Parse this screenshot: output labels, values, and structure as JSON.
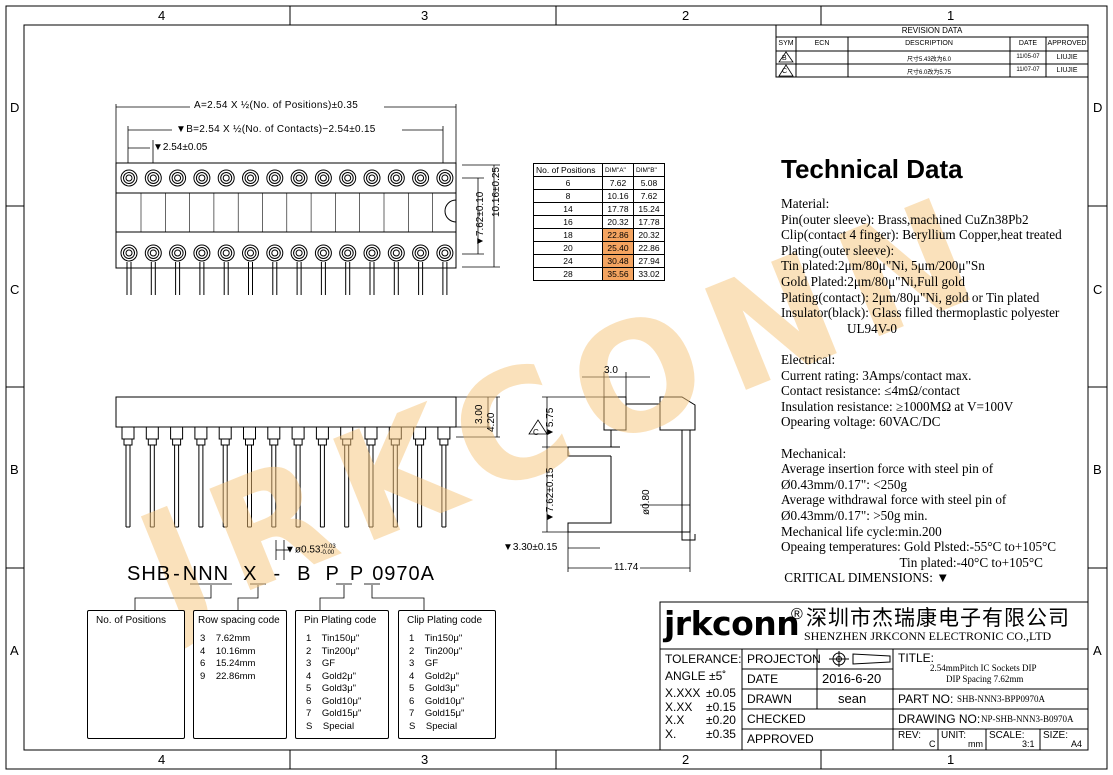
{
  "zones": {
    "columns": [
      "4",
      "3",
      "2",
      "1"
    ],
    "rows": [
      "D",
      "C",
      "B",
      "A"
    ]
  },
  "revision": {
    "title": "REVISION DATA",
    "headers": [
      "SYM",
      "ECN",
      "DESCRIPTION",
      "DATE",
      "APPROVED"
    ],
    "rows": [
      {
        "sym": "B",
        "ecn": "",
        "description": "尺寸5.43改为6.0",
        "date": "11/05-07",
        "approved": "LIUJIE"
      },
      {
        "sym": "C",
        "ecn": "",
        "description": "尺寸6.0改为5.75",
        "date": "11/07-07",
        "approved": "LIUJIE"
      }
    ]
  },
  "dims": {
    "a": "A=2.54 X ½(No. of Positions)±0.35",
    "b": "▼B=2.54 X ½(No. of Contacts)−2.54±0.15",
    "pitch": "▼2.54±0.05",
    "w1": "10.16±0.25",
    "w2": "▼7.62±0.10",
    "h300": "3.00",
    "h420": "4.20",
    "pin": "▼ø0.53",
    "pin_tol_plus": "+0.03",
    "pin_tol_minus": "-0.00",
    "d30": "3.0",
    "d575": "▼5.75",
    "d762": "▼7.62±0.15",
    "d080": "ø0.80",
    "d330": "▼3.30±0.15",
    "d1174": "11.74",
    "sym_c": "C"
  },
  "positions_table": {
    "headers": [
      "No. of Positions",
      "DIM\"A\"",
      "DIM\"B\""
    ],
    "rows": [
      [
        "6",
        "7.62",
        "5.08"
      ],
      [
        "8",
        "10.16",
        "7.62"
      ],
      [
        "14",
        "17.78",
        "15.24"
      ],
      [
        "16",
        "20.32",
        "17.78"
      ],
      [
        "18",
        "22.86",
        "20.32"
      ],
      [
        "20",
        "25.40",
        "22.86"
      ],
      [
        "24",
        "30.48",
        "27.94"
      ],
      [
        "28",
        "35.56",
        "33.02"
      ]
    ]
  },
  "tech": {
    "title": "Technical Data",
    "lines": [
      "Material:",
      "Pin(outer sleeve): Brass,machined CuZn38Pb2",
      "Clip(contact 4 finger): Beryllium Copper,heat treated",
      "Plating(outer sleeve):",
      "Tin plated:2μm/80μ\"Ni, 5μm/200μ\"Sn",
      "Gold Plated:2μm/80μ\"Ni,Full gold",
      "Plating(contact): 2μm/80μ\"Ni, gold or Tin plated",
      "Insulator(black): Glass filled thermoplastic polyester",
      "                    UL94V-0",
      "",
      "Electrical:",
      "Current rating: 3Amps/contact max.",
      "Contact resistance: ≤4mΩ/contact",
      "Insulation resistance: ≥1000MΩ at V=100V",
      "Opearing voltage: 60VAC/DC",
      "",
      "Mechanical:",
      "Average insertion force with steel pin of",
      "Ø0.43mm/0.17\": <250g",
      "Average withdrawal force with steel pin of",
      "Ø0.43mm/0.17\": >50g min.",
      "Mechanical life cycle:min.200",
      "Opeaing temperatures: Gold Plsted:-55°C to+105°C",
      "                                    Tin plated:-40°C to+105°C",
      " CRITICAL DIMENSIONS: ▼"
    ]
  },
  "part_code": {
    "segments": [
      "SHB",
      "-",
      "NNN",
      "X",
      "-",
      "B",
      "P",
      "P",
      "0970A"
    ]
  },
  "legend": {
    "positions": {
      "title": "No. of Positions",
      "lines": []
    },
    "row_spacing": {
      "title": "Row spacing code",
      "lines": [
        "3    7.62mm",
        "4    10.16mm",
        "6    15.24mm",
        "9    22.86mm"
      ]
    },
    "pin_plating": {
      "title": "Pin Plating code",
      "lines": [
        "1    Tin150μ\"",
        "2    Tin200μ\"",
        "3    GF",
        "4    Gold2μ\"",
        "5    Gold3μ\"",
        "6    Gold10μ\"",
        "7    Gold15μ\"",
        "S    Special"
      ]
    },
    "clip_plating": {
      "title": "Clip Plating code",
      "lines": [
        "1    Tin150μ\"",
        "2    Tin200μ\"",
        "3    GF",
        "4    Gold2μ\"",
        "5    Gold3μ\"",
        "6    Gold10μ\"",
        "7    Gold15μ\"",
        "S    Special"
      ]
    }
  },
  "title_block": {
    "brand": "jrkconn",
    "registered": "®",
    "company_cn": "深圳市杰瑞康电子有限公司",
    "company_en": "SHENZHEN JRKCONN ELECTRONIC CO.,LTD",
    "tolerance": "TOLERANCE:",
    "angle": "ANGLE ±5˚",
    "tol_rows": [
      [
        "X.XXX",
        "±0.05"
      ],
      [
        "X.XX",
        "±0.15"
      ],
      [
        "X.X",
        "±0.20"
      ],
      [
        "X.",
        "±0.35"
      ]
    ],
    "projection": "PROJECTON",
    "date_label": "DATE",
    "date_value": "2016-6-20",
    "drawn_label": "DRAWN",
    "drawn_value": "sean",
    "checked": "CHECKED",
    "approved": "APPROVED",
    "title_label": "TITLE:",
    "title_line1": "2.54mmPitch IC Sockets DIP",
    "title_line2": "DIP Spacing 7.62mm",
    "part_no_label": "PART NO:",
    "part_no_value": "SHB-NNN3-BPP0970A",
    "drawing_no_label": "DRAWING NO:",
    "drawing_no_value": "NP-SHB-NNN3-B0970A",
    "rev_label": "REV:",
    "rev_value": "C",
    "unit_label": "UNIT:",
    "unit_value": "mm",
    "scale_label": "SCALE:",
    "scale_value": "3:1",
    "size_label": "SIZE:",
    "size_value": "A4"
  },
  "watermark": "JRKCONN",
  "colors": {
    "watermark": "#f7c47a",
    "dim_highlight": "#f4a460"
  }
}
